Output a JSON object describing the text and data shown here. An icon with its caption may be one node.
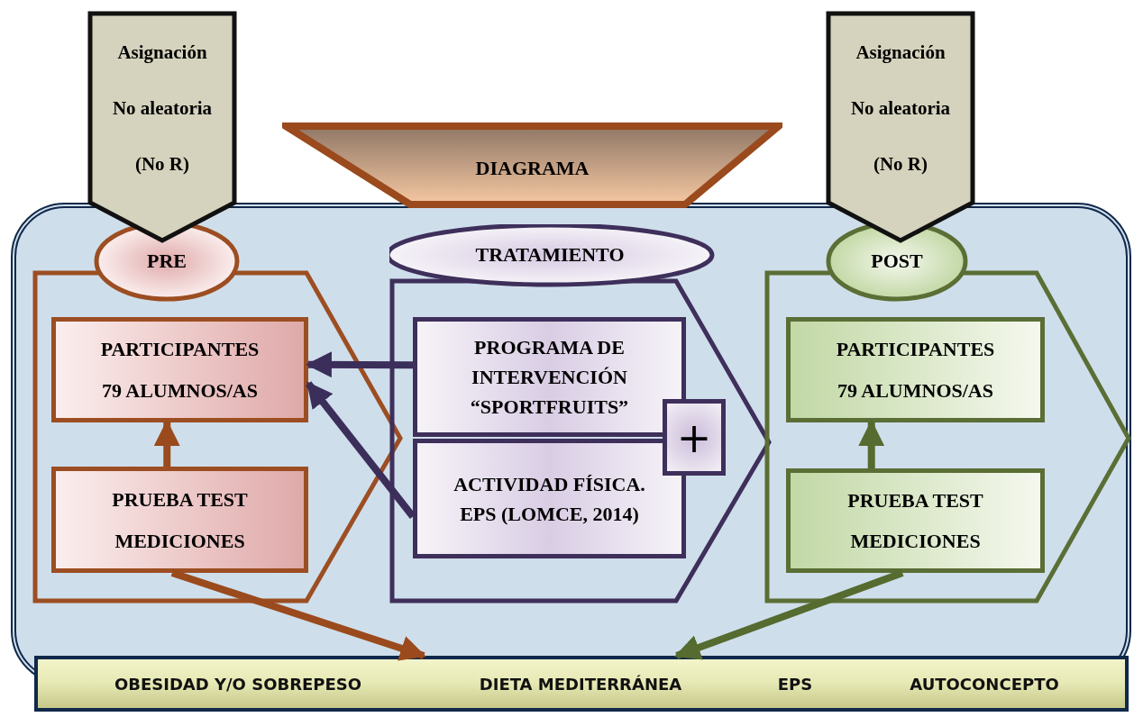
{
  "diagram": {
    "nodes": [
      {
        "text": [
          "Asignación",
          "No aleatoria",
          "(No R)"
        ]
      },
      {
        "text": [
          "Asignación",
          "No aleatoria",
          "(No R)"
        ]
      },
      {
        "text": [
          "DIAGRAMA"
        ]
      },
      {
        "text": [
          "PRE"
        ]
      },
      {
        "text": [
          "PARTICIPANTES",
          "79 ALUMNOS/AS"
        ],
        "in": 3
      },
      {
        "text": [
          "PRUEBA TEST",
          "MEDICIONES"
        ],
        "in": 3
      },
      {
        "text": [
          "TRATAMIENTO"
        ]
      },
      {
        "text": [
          "PROGRAMA DE INTERVENCIÓN “SPORTFRUITS”"
        ],
        "in": 6
      },
      {
        "text": [
          "ACTIVIDAD FÍSICA. EPS (LOMCE, 2014)"
        ],
        "in": 6
      },
      {
        "text": [
          "+"
        ],
        "in": 6
      },
      {
        "text": [
          "POST"
        ]
      },
      {
        "text": [
          "PARTICIPANTES",
          "79 ALUMNOS/AS"
        ],
        "in": 10
      },
      {
        "text": [
          "PRUEBA TEST",
          "MEDICIONES"
        ],
        "in": 10
      },
      {
        "text": [
          "OBESIDAD Y/O SOBREPESO",
          "DIETA MEDITERRÁNEA",
          "EPS",
          "AUTOCONCEPTO"
        ]
      }
    ],
    "edges": [
      {
        "from": 5,
        "to": 4,
        "arrow": "to",
        "color": "#9a4a1c"
      },
      {
        "from": 7,
        "to": 4,
        "arrow": "to",
        "color": "#3b2e5a"
      },
      {
        "from": 8,
        "to": 4,
        "arrow": "to",
        "color": "#3b2e5a"
      },
      {
        "from": 5,
        "to": 13,
        "arrow": "to",
        "color": "#9a4a1c"
      },
      {
        "from": 12,
        "to": 13,
        "arrow": "to",
        "color": "#556b2f"
      },
      {
        "from": 12,
        "to": 11,
        "arrow": "to",
        "color": "#556b2f"
      }
    ]
  }
}
